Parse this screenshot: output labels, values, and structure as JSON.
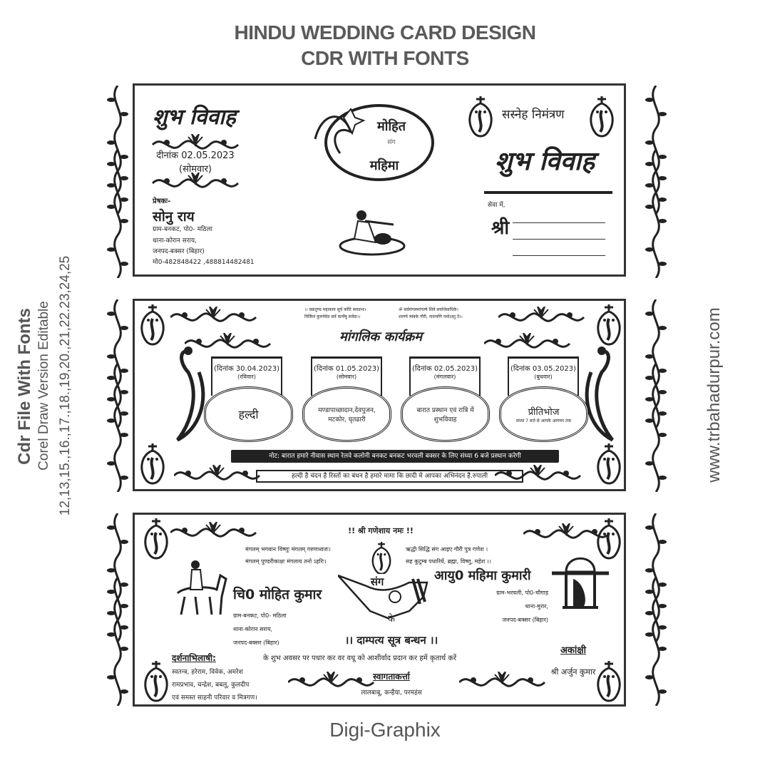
{
  "header": {
    "line1": "HINDU WEDDING CARD DESIGN",
    "line2": "CDR WITH FONTS"
  },
  "left_side": {
    "line1": "Cdr File With Fonts",
    "line2": "Corel Draw Version Editable",
    "line3": "12,13,15.,16.,17.,18.,19,20.,21,22.23,24,25"
  },
  "right_side": {
    "website": "www.trbahadurpur.com"
  },
  "footer": {
    "brand": "Digi-Graphix"
  },
  "card1": {
    "logo_text": "शुभ विवाह",
    "date": "दीनांक 02.05.2023",
    "day": "(सोमवार)",
    "sender_label": "प्रेषकः-",
    "sender_name": "सोनु राय",
    "address": [
      "ग्राम-बनकट, पो0- मठिला",
      "थाना-कोरान सराय,",
      "जनपद-बक्सर (बिहार)",
      "मो0-482848422 ,488814482481"
    ],
    "groom": "मोहित",
    "sang": "संग",
    "bride": "महिमा",
    "invite_title": "सस्नेह निमंत्रण",
    "big_logo": "शुभ विवाह",
    "seva_label": "सेवा में,",
    "shri": "श्री"
  },
  "card2": {
    "shloka_left": [
      "।। वक्रतुण्ड महाकाय सूर्य कोटि समप्रभः।",
      "निर्विघ्नं कुरुमेदेव सर्व कार्येषु सर्वदा।।"
    ],
    "shloka_right": [
      "ॐ सर्वमंगलमांगल्ये शिवे सर्वार्थसाधिके।",
      "शरण्ये त्र्यंबके गौरी, नारायणि नमोऽस्तु ते।।"
    ],
    "heading": "मांगलिक कार्यक्रम",
    "events": [
      {
        "date": "(दिनांक 30.04.2023)",
        "day": "(रविवार)",
        "title": "हल्दी",
        "sub": ""
      },
      {
        "date": "(दिनांक 01.05.2023)",
        "day": "(सोमवार)",
        "title": "मण्डापाच्छादान,देवपुजन, मटकोर, घृतढारी",
        "sub": ""
      },
      {
        "date": "(दिनांक 02.05.2023)",
        "day": "(मंगलवार)",
        "title": "बारात प्रस्थान एवं रात्रि में शुभविवाह",
        "sub": ""
      },
      {
        "date": "(दिनांक 03.05.2023)",
        "day": "(बुधवार)",
        "title": "प्रीतिभोज",
        "sub": "संध्या 7 बजे से आपके आगमन तक"
      }
    ],
    "note": "नोट: बारात हमारे नीवास स्थान रेलवे कलोनी बनकट बनकट भरवली बक्सर के लिए संध्या 6 बजे प्रस्थान करेगी",
    "quote": "हल्दी है चंदन है रिस्तों का बंधन है हमारे मामा कि छादी मे आपका अभिनंदन है.रुपाली"
  },
  "card3": {
    "ganesh": "!! श्री गणेशाय नमः !!",
    "mangal": [
      "मंगलम् भगवान विष्णुः मंगलम् गरुणध्वजः।",
      "मंगलम् पुण्डरीकाक्षः मंगलाय तनो ऽहरिः।"
    ],
    "riddhi": [
      "ऋद्धी सिद्धि संग आइए गौरी पुत्र गणेश ।",
      "सह कुटुम्ब पधारियें, ब्रह्मा, विष्णु, महेश ।।"
    ],
    "groom": "चि0 मोहित कुमार",
    "groom_address": [
      "ग्राम-बनकट, पो0- मठिला",
      "थाना-कोरान सराय,",
      "जनपद-बक्सर (बिहार)"
    ],
    "sang": "संग",
    "ke": "के",
    "bride": "आयु0 महिमा कुमारी",
    "bride_address": [
      "ग्राम-भरवली, पो0-चौगाड़",
      "थाना-मुरार,",
      "जनपद-बक्सर (बिहार)"
    ],
    "bandhan": "।। दाम्पत्य सूत्र बन्धन ।।",
    "blessing": "के शुभ अवसर पर पधार कर वर वधू को आशीर्वाद प्रदान कर हमें कृतार्थ करें",
    "darshan_label": "दर्शनाभिलाषी:",
    "darshan": [
      "स्वतन्त्र, हरेराम, विवेक, अमरेश",
      "रामप्रभाव, चन्द्रेश, बबलू, कुलदीप",
      "एवं समस्त साहनी परिवार व मित्रगण।"
    ],
    "swagat_label": "स्वागताकर्त्ता",
    "swagat": "लालबाबू, कन्हैया, परमहंस",
    "akanshi_label": "अकांक्षी",
    "akanshi": "श्री अर्जुन कुमार"
  }
}
